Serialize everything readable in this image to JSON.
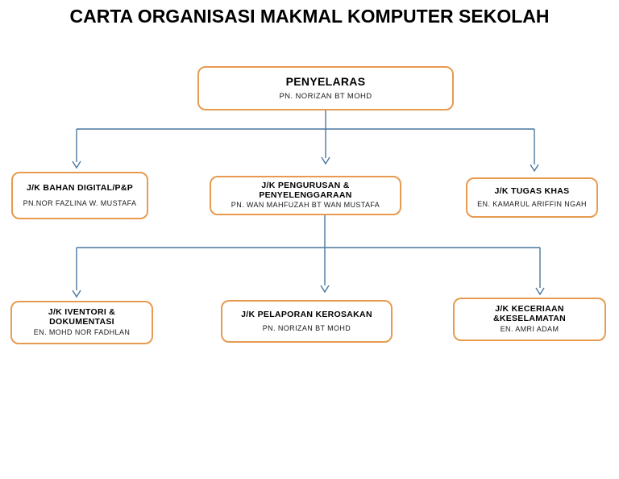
{
  "title": "CARTA ORGANISASI MAKMAL KOMPUTER SEKOLAH",
  "colors": {
    "box_border": "#E79B50",
    "connector_line": "#4A779F",
    "title_text": "#000000",
    "background": "#FFFFFF"
  },
  "org": {
    "root": {
      "role": "PENYELARAS",
      "name": "PN. NORIZAN BT MOHD"
    },
    "level2": [
      {
        "role": "J/K BAHAN DIGITAL/P&P",
        "name": "PN.NOR FAZLINA W. MUSTAFA"
      },
      {
        "role": "J/K PENGURUSAN & PENYELENGGARAAN",
        "name": "PN. WAN MAHFUZAH BT WAN MUSTAFA"
      },
      {
        "role": "J/K TUGAS KHAS",
        "name": "EN. KAMARUL ARIFFIN NGAH"
      }
    ],
    "level3": [
      {
        "role": "J/K IVENTORI & DOKUMENTASI",
        "name": "EN. MOHD NOR FADHLAN"
      },
      {
        "role": "J/K PELAPORAN KEROSAKAN",
        "name": "PN. NORIZAN BT MOHD"
      },
      {
        "role": "J/K KECERIAAN &KESELAMATAN",
        "name": "EN. AMRI ADAM"
      }
    ]
  }
}
